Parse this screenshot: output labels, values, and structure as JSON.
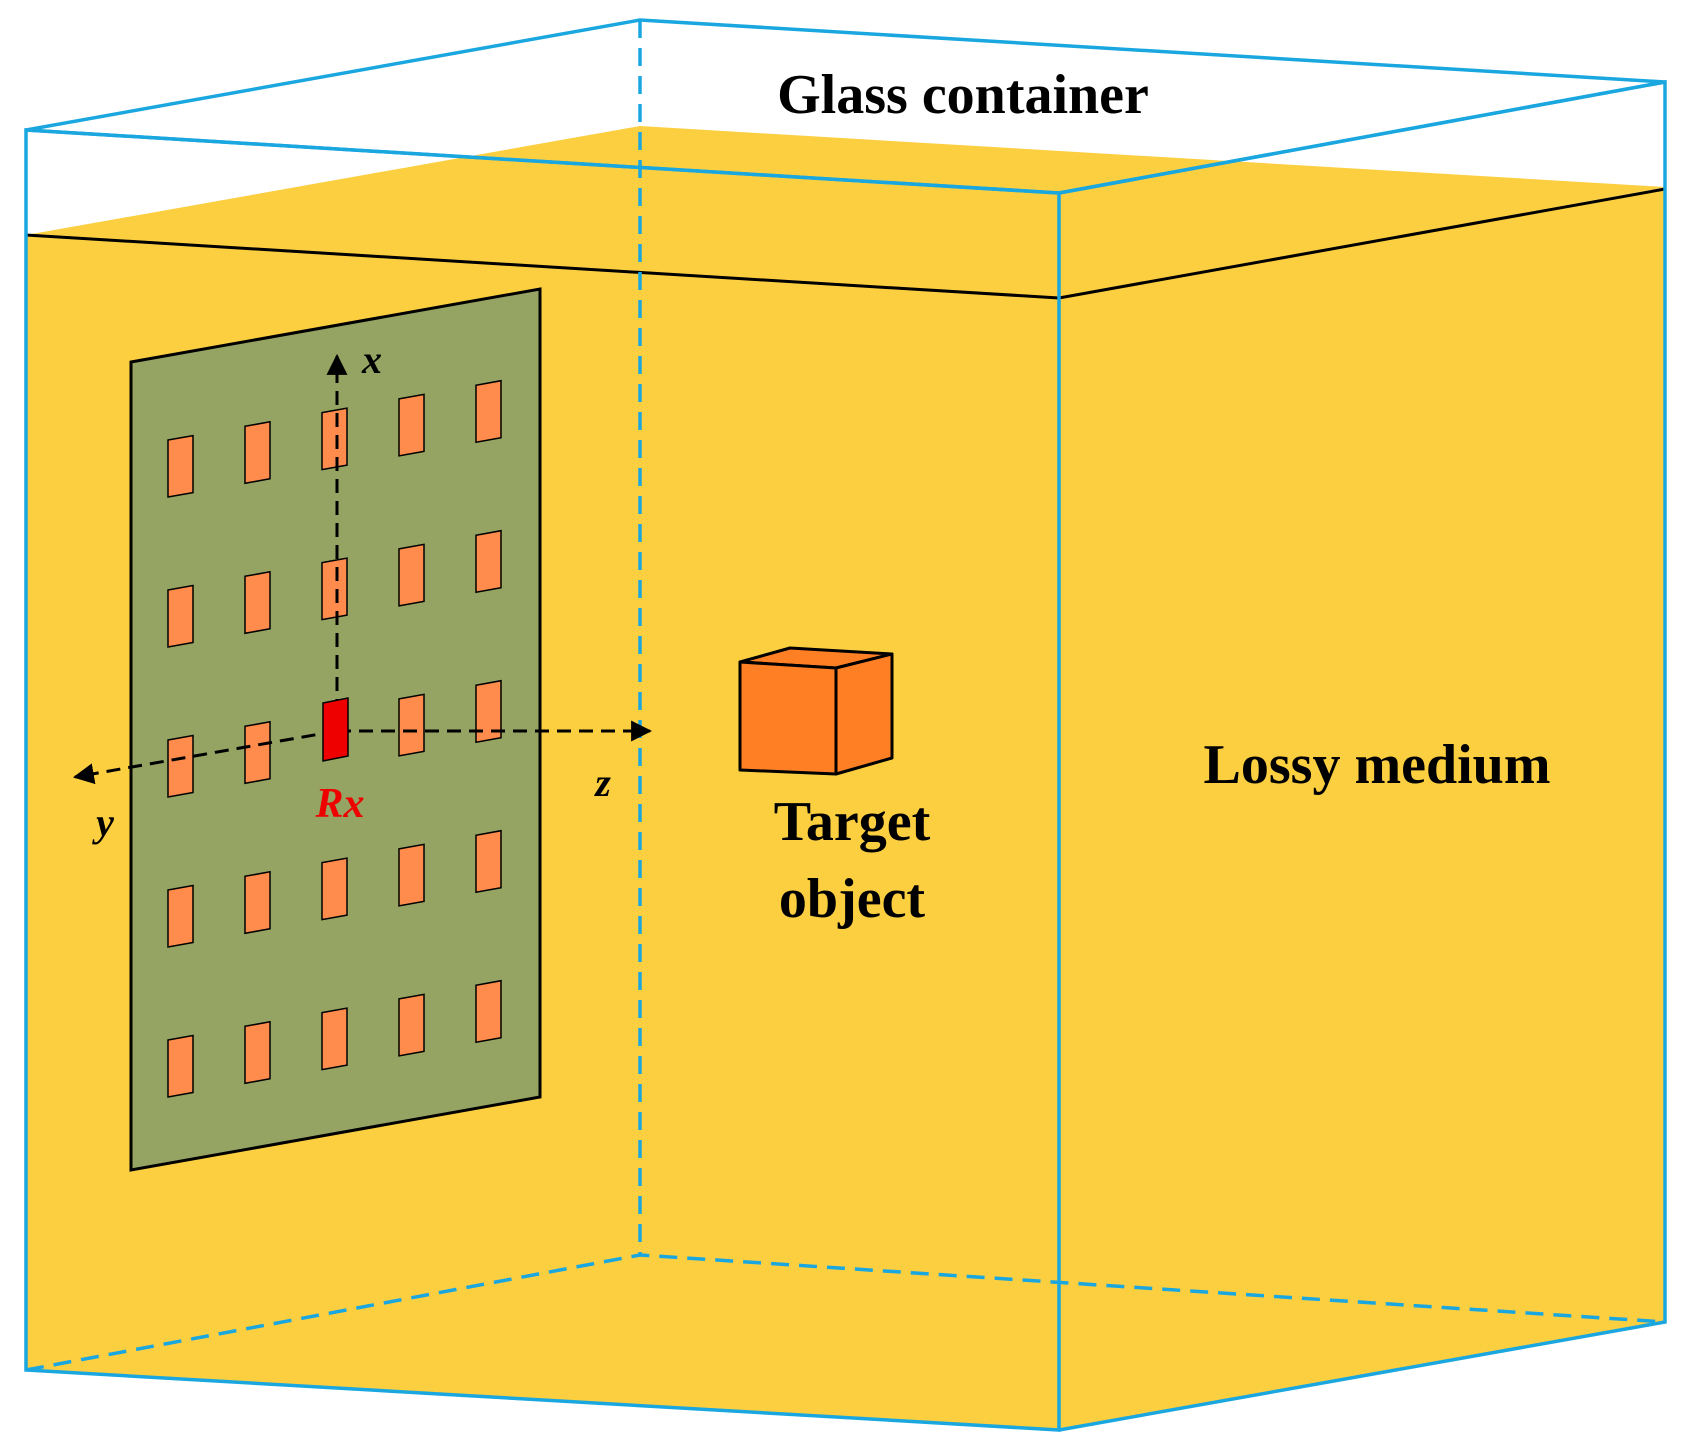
{
  "labels": {
    "container": "Glass container",
    "medium": "Lossy medium",
    "target_line1": "Target",
    "target_line2": "object",
    "receiver": "Rx",
    "axis_x": "x",
    "axis_y": "y",
    "axis_z": "z"
  },
  "colors": {
    "medium_fill": "#FCCF40",
    "glass_edge": "#1AA7E0",
    "board_fill": "#95A363",
    "element_fill": "#FF8C4C",
    "receiver_fill": "#EE0000",
    "receiver_label": "#EE0000",
    "cube_fill": "#FF7F25",
    "axis_color": "#000000"
  },
  "array": {
    "rows": 5,
    "columns": 5,
    "receiver_position": {
      "row": 3,
      "column": 3
    }
  }
}
